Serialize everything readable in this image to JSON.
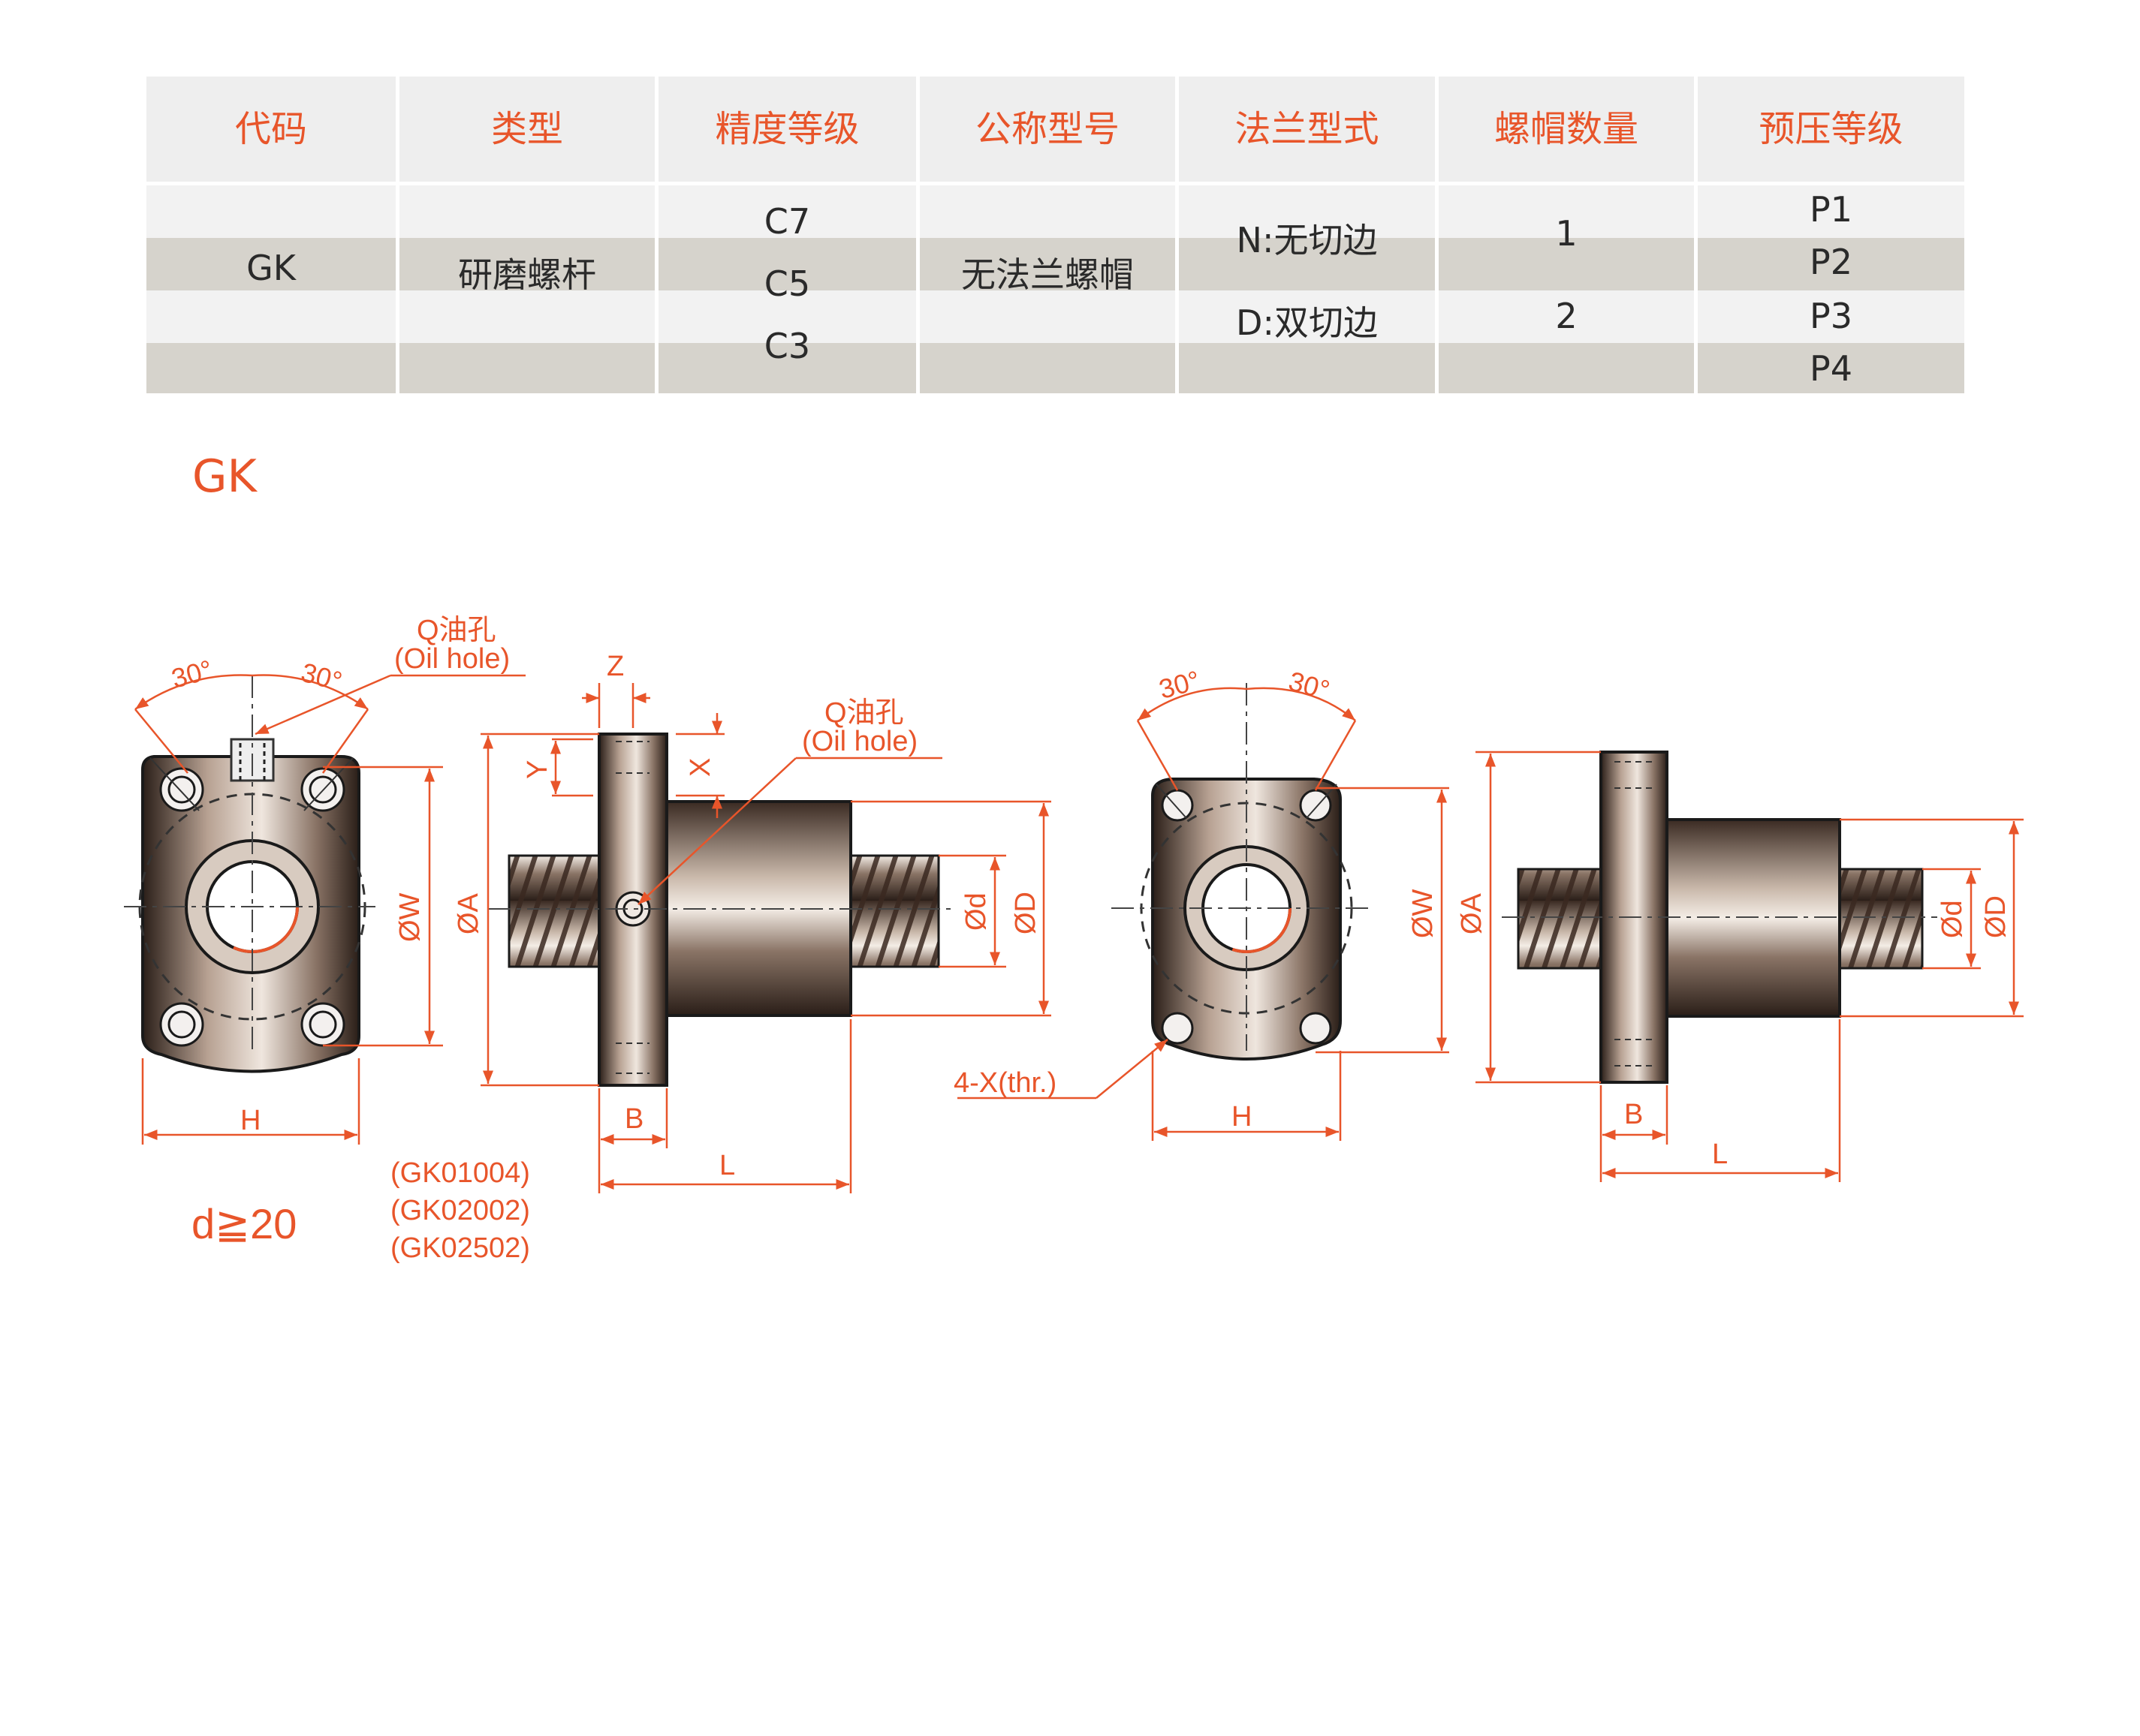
{
  "table": {
    "headers": [
      "代码",
      "类型",
      "精度等级",
      "公称型号",
      "法兰型式",
      "螺帽数量",
      "预压等级"
    ],
    "code": "GK",
    "type": "研磨螺杆",
    "accuracy": [
      "C7",
      "C5",
      "C3"
    ],
    "model": "无法兰螺帽",
    "flange": [
      "N:无切边",
      "D:双切边"
    ],
    "nut_count": [
      "1",
      "2"
    ],
    "preload": [
      "P1",
      "P2",
      "P3",
      "P4"
    ]
  },
  "section_title": "GK",
  "drawing": {
    "oil_hole": "Q油孔",
    "oil_hole_en": "(Oil hole)",
    "angle": "30°",
    "dims": {
      "Z": "Z",
      "Y": "Y",
      "X": "X",
      "A": "ØA",
      "W": "ØW",
      "d": "Ød",
      "D": "ØD",
      "H": "H",
      "B": "B",
      "L": "L"
    },
    "thread_label": "4-X(thr.)",
    "models": [
      "(GK01004)",
      "(GK02002)",
      "(GK02502)"
    ],
    "condition": "d≧20"
  },
  "colors": {
    "accent": "#e8552a",
    "header_bg": "#eeeeee",
    "band_light": "#f2f2f2",
    "band_dark": "#d6d3cc",
    "line": "#222222"
  }
}
